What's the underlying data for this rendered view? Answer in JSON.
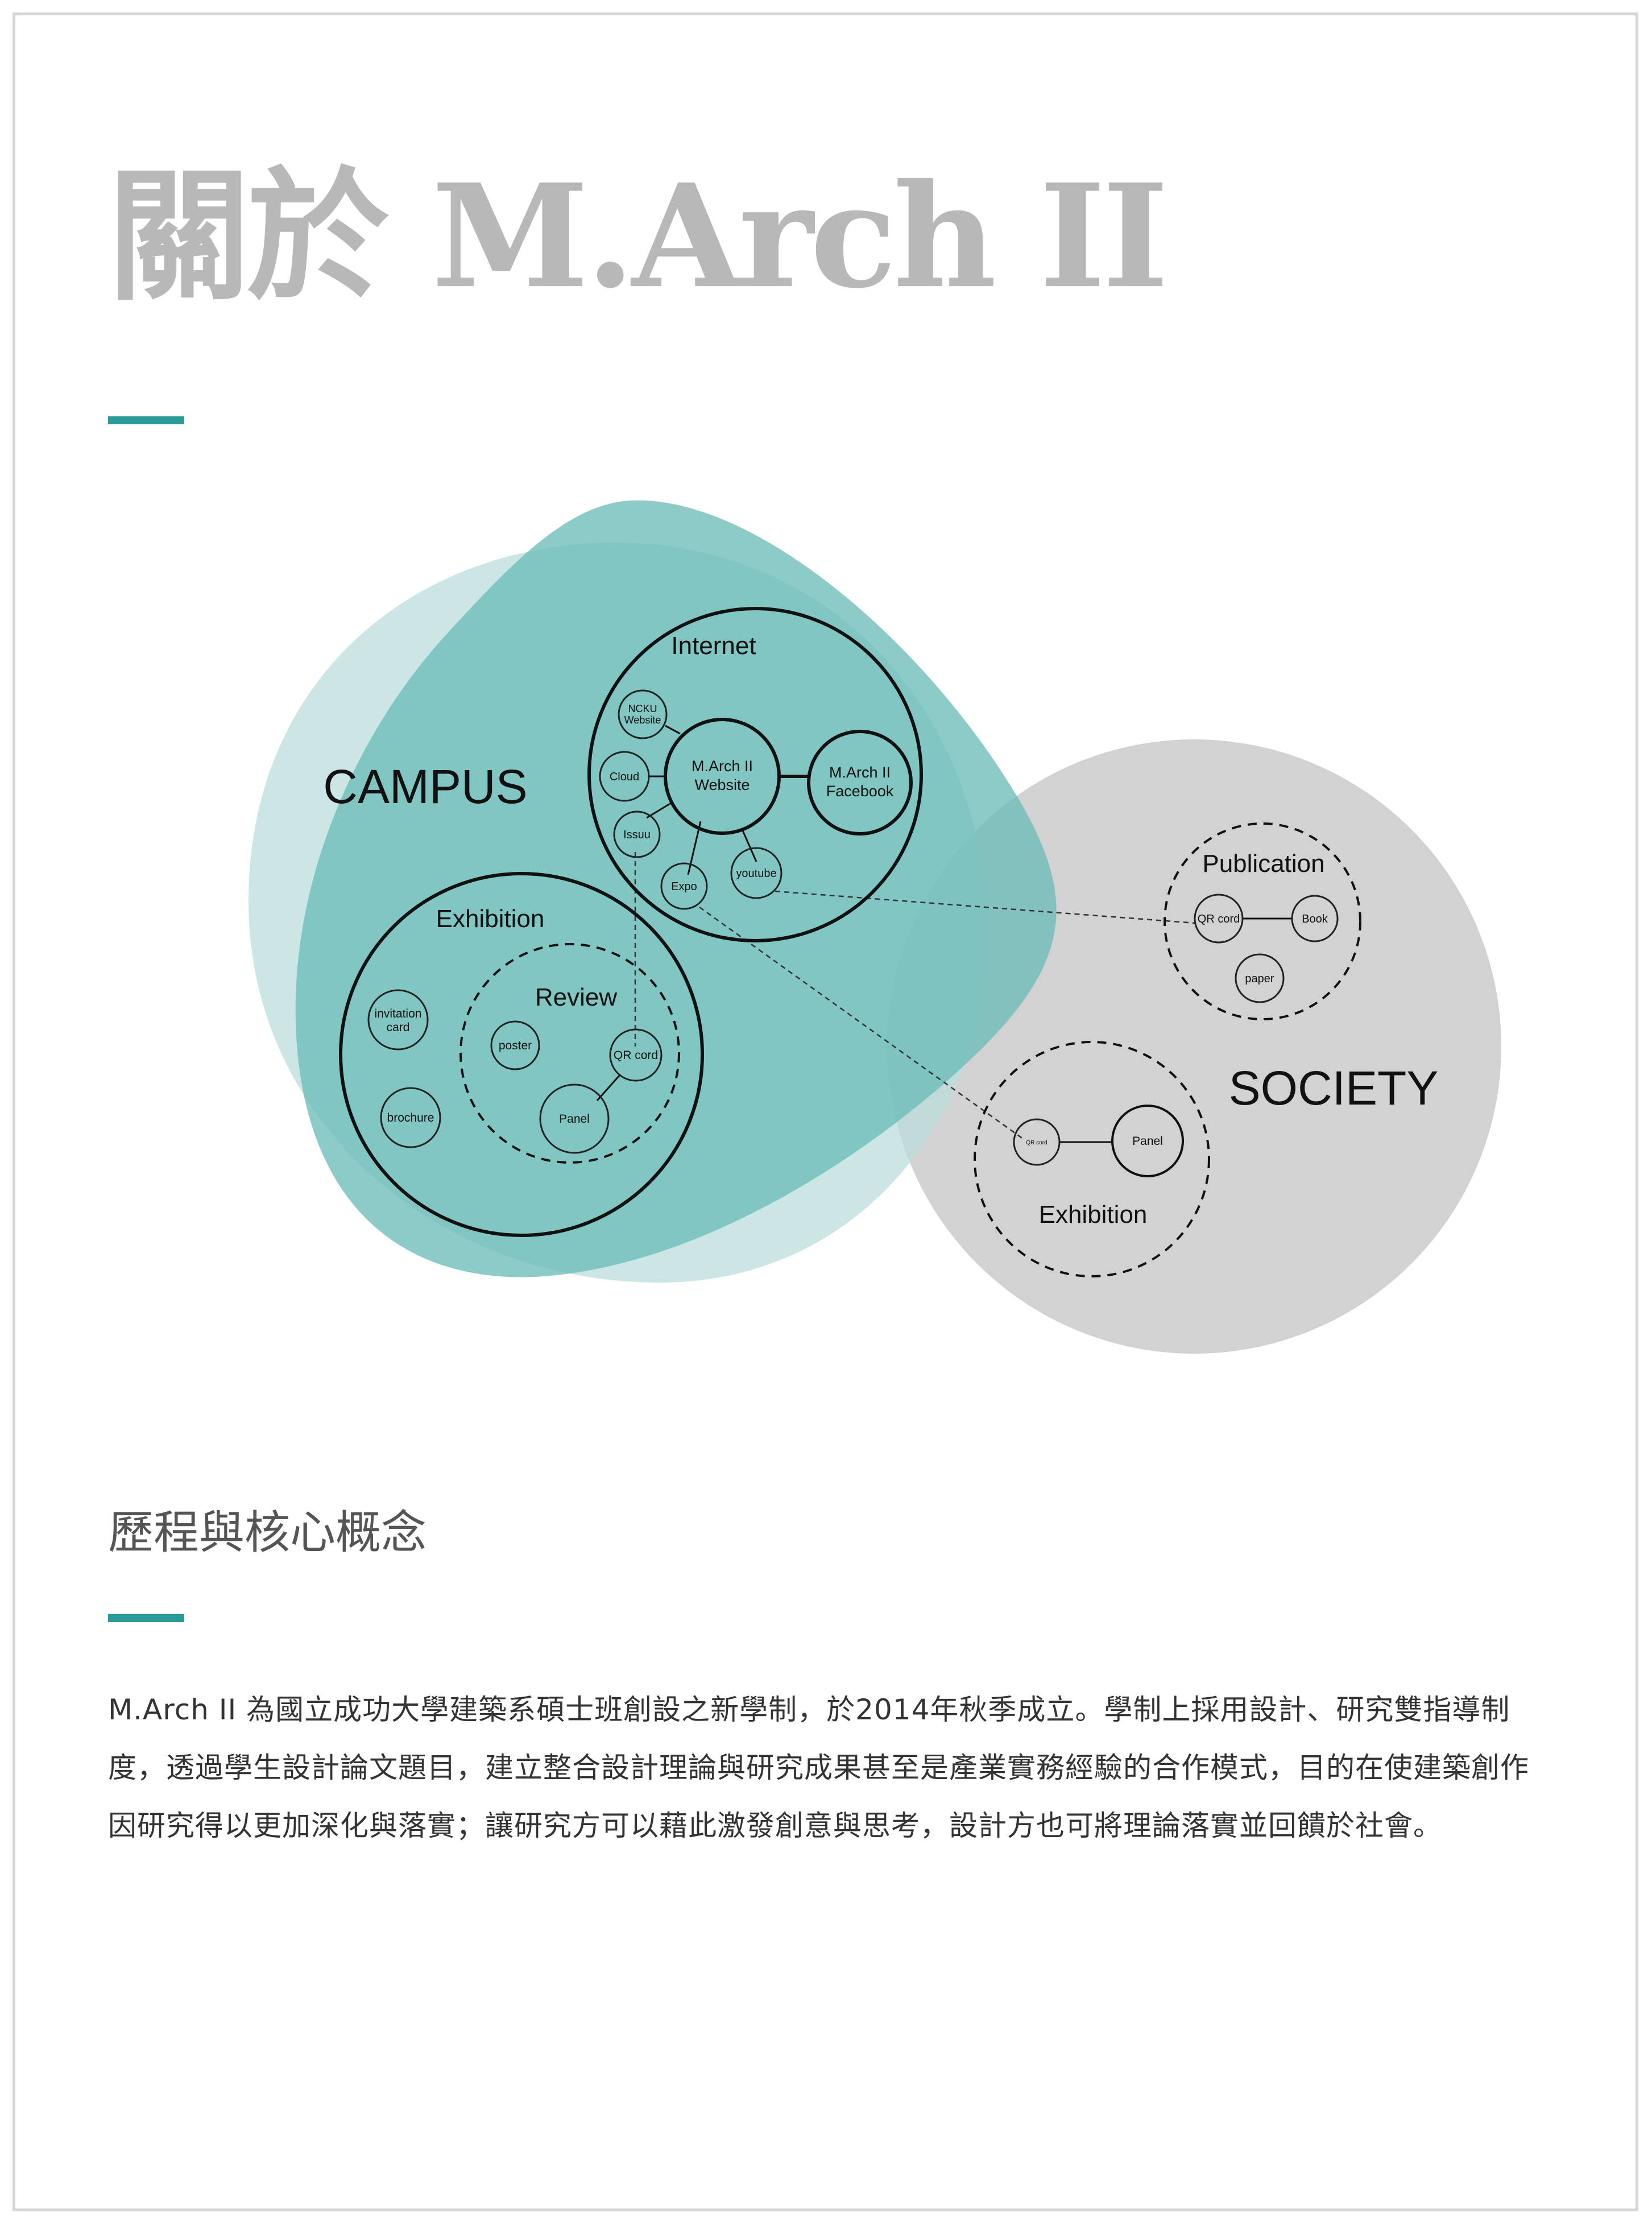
{
  "page": {
    "title": "關於 M.Arch II",
    "section_title": "歷程與核心概念",
    "body": "M.Arch II 為國立成功大學建築系碩士班創設之新學制，於2014年秋季成立。學制上採用設計、研究雙指導制度，透過學生設計論文題目，建立整合設計理論與研究成果甚至是產業實務經驗的合作模式，目的在使建築創作因研究得以更加深化與落實；讓研究方可以藉此激發創意與思考，設計方也可將理論落實並回饋於社會。"
  },
  "colors": {
    "accent": "#2b9a98",
    "campus_dark": "#72bfbd",
    "campus_light": "#c6e3e4",
    "society": "#d2d2d2",
    "title_gray": "#b8b8b8"
  },
  "diagram": {
    "campus": "CAMPUS",
    "society": "SOCIETY",
    "internet": {
      "label": "Internet",
      "website": [
        "M.Arch II",
        "Website"
      ],
      "facebook": [
        "M.Arch II",
        "Facebook"
      ],
      "ncku": [
        "NCKU",
        "Website"
      ],
      "cloud": "Cloud",
      "issuu": "Issuu",
      "expo": "Expo",
      "youtube": "youtube"
    },
    "campus_exhibition": {
      "label": "Exhibition",
      "invitation": [
        "invitation",
        "card"
      ],
      "brochure": "brochure",
      "review": "Review",
      "poster": "poster",
      "qr": "QR cord",
      "panel": "Panel"
    },
    "publication": {
      "label": "Publication",
      "qr": "QR cord",
      "book": "Book",
      "paper": "paper"
    },
    "society_exhibition": {
      "label": "Exhibition",
      "qr": "QR cord",
      "panel": "Panel"
    }
  }
}
